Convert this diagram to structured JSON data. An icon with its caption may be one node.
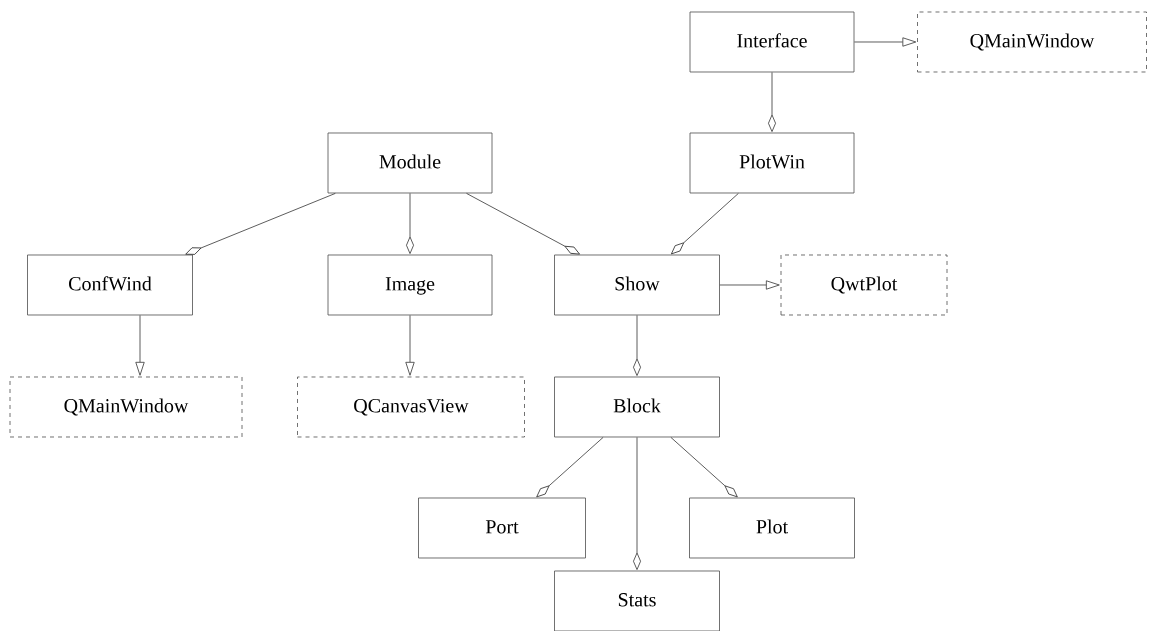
{
  "diagram": {
    "nodes": [
      {
        "text": [
          "Interface"
        ]
      },
      {
        "text": [
          "QMainWindow"
        ]
      },
      {
        "text": [
          "Module"
        ]
      },
      {
        "text": [
          "PlotWin"
        ]
      },
      {
        "text": [
          "ConfWind"
        ]
      },
      {
        "text": [
          "Image"
        ]
      },
      {
        "text": [
          "Show"
        ]
      },
      {
        "text": [
          "QwtPlot"
        ]
      },
      {
        "text": [
          "QMainWindow"
        ]
      },
      {
        "text": [
          "QCanvasView"
        ]
      },
      {
        "text": [
          "Block"
        ]
      },
      {
        "text": [
          "Port"
        ]
      },
      {
        "text": [
          "Plot"
        ]
      },
      {
        "text": [
          "Stats"
        ]
      }
    ],
    "edges": [
      {
        "from": 0,
        "to": 1,
        "arrow": "to"
      },
      {
        "from": 0,
        "to": 3,
        "arrow": "other"
      },
      {
        "from": 2,
        "to": 4,
        "arrow": "other"
      },
      {
        "from": 2,
        "to": 5,
        "arrow": "other"
      },
      {
        "from": 2,
        "to": 6,
        "arrow": "other"
      },
      {
        "from": 3,
        "to": 6,
        "arrow": "other"
      },
      {
        "from": 4,
        "to": 8,
        "arrow": "to"
      },
      {
        "from": 5,
        "to": 9,
        "arrow": "to"
      },
      {
        "from": 6,
        "to": 7,
        "arrow": "to"
      },
      {
        "from": 6,
        "to": 10,
        "arrow": "other"
      },
      {
        "from": 10,
        "to": 11,
        "arrow": "other"
      },
      {
        "from": 10,
        "to": 13,
        "arrow": "other"
      },
      {
        "from": 10,
        "to": 12,
        "arrow": "other"
      }
    ]
  }
}
